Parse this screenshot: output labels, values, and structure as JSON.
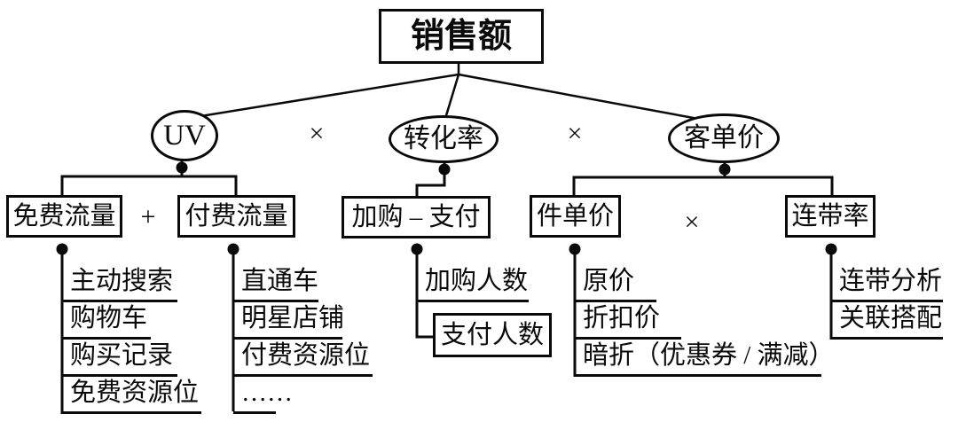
{
  "diagram": {
    "title": "销售额",
    "factors": {
      "uv": "UV",
      "conversion": "转化率",
      "aov": "客单价"
    },
    "operators": {
      "uv_x_conv": "×",
      "conv_x_aov": "×",
      "free_plus_paid": "+",
      "price_x_attach": "×"
    },
    "nodes": {
      "free_traffic": "免费流量",
      "paid_traffic": "付费流量",
      "cart_minus_pay": "加购 – 支付",
      "unit_price": "件单价",
      "attach_rate": "连带率",
      "pay_count": "支付人数"
    },
    "lists": {
      "free_traffic": [
        "主动搜索",
        "购物车",
        "购买记录",
        "免费资源位"
      ],
      "paid_traffic": [
        "直通车",
        "明星店铺",
        "付费资源位",
        "……"
      ],
      "cart_pay": [
        "加购人数"
      ],
      "unit_price": [
        "原价",
        "折扣价",
        "暗折（优惠券 / 满减）"
      ],
      "attach_rate": [
        "连带分析",
        "关联搭配"
      ]
    }
  }
}
